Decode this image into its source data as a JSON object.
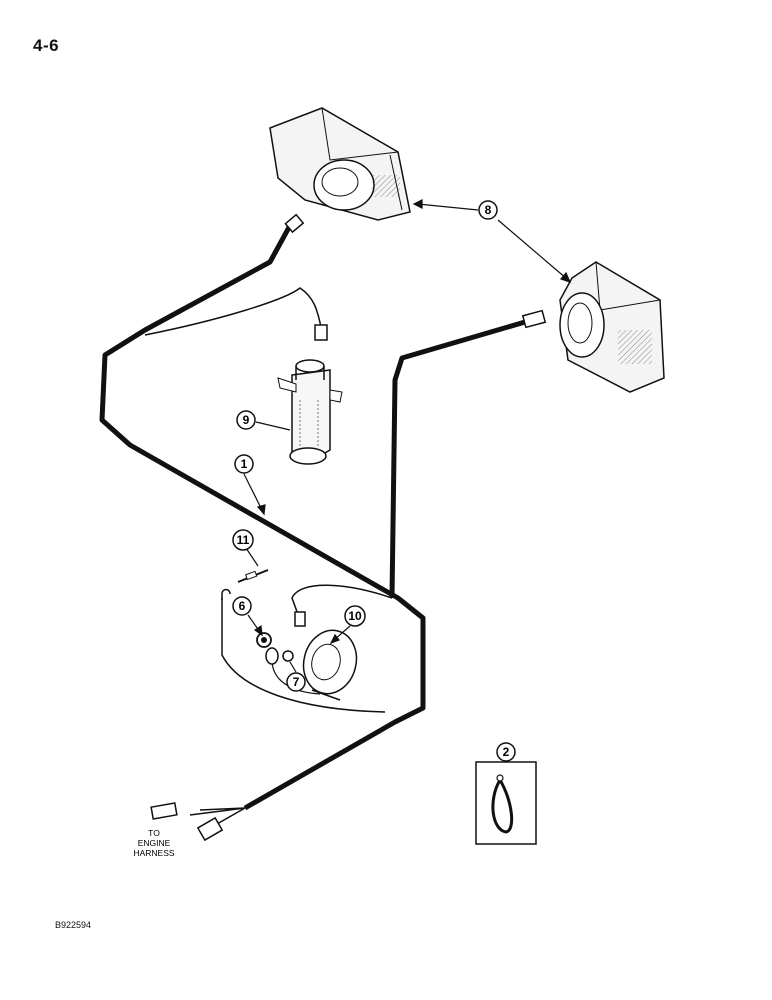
{
  "page_number": "4-6",
  "figure_code": "B922594",
  "callouts": {
    "c1": "1",
    "c2": "2",
    "c6": "6",
    "c7": "7",
    "c8": "8",
    "c9": "9",
    "c10": "10",
    "c11": "11"
  },
  "engine_label": {
    "line1": "TO",
    "line2": "ENGINE",
    "line3": "HARNESS"
  }
}
